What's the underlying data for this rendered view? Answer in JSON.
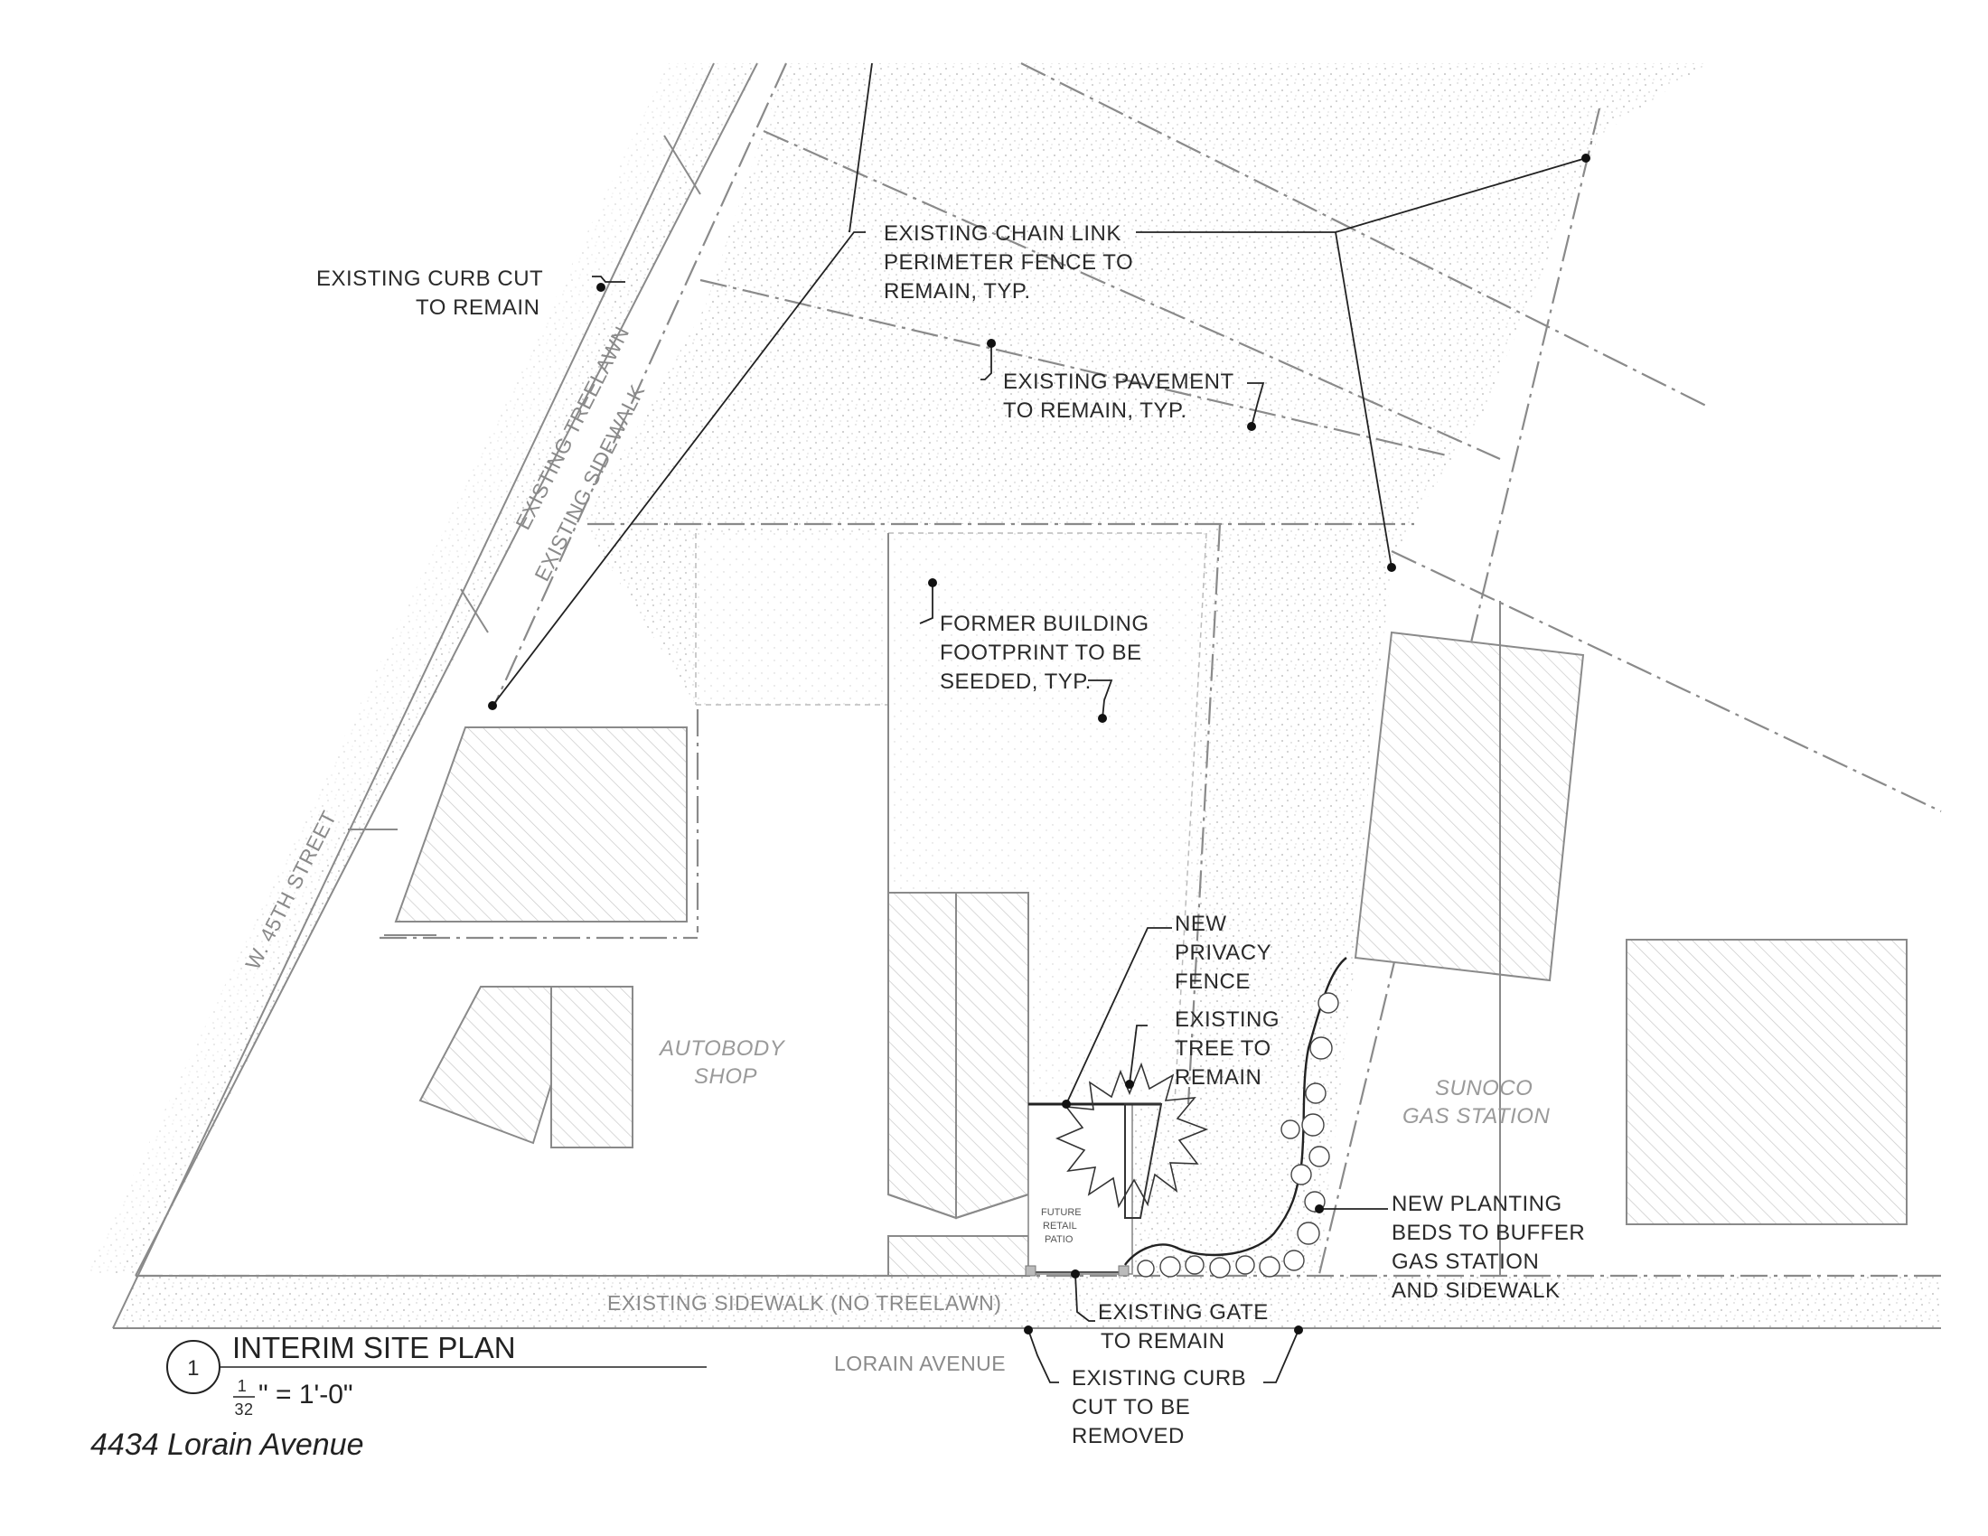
{
  "title": {
    "number": "1",
    "name": "INTERIM SITE PLAN",
    "scale_numerator": "1",
    "scale_denominator": "32",
    "scale_rest": "\" = 1'-0\"",
    "address": "4434 Lorain Avenue"
  },
  "streets": {
    "w45th": "W. 45TH STREET",
    "treelawn": "EXISTING TREELAWN",
    "sidewalk": "EXISTING SIDEWALK",
    "sidewalk_bottom": "EXISTING SIDEWALK (NO TREELAWN)",
    "lorain": "LORAIN AVENUE"
  },
  "buildings": {
    "autobody": [
      "AUTOBODY",
      "SHOP"
    ],
    "sunoco": [
      "SUNOCO",
      "GAS STATION"
    ],
    "patio": [
      "FUTURE",
      "RETAIL",
      "PATIO"
    ]
  },
  "notes": {
    "curb_cut_remain": [
      "EXISTING CURB CUT",
      "TO REMAIN"
    ],
    "chain_link": [
      "EXISTING CHAIN LINK",
      "PERIMETER FENCE TO",
      "REMAIN, TYP."
    ],
    "pavement": [
      "EXISTING PAVEMENT",
      "TO REMAIN, TYP."
    ],
    "footprint": [
      "FORMER BUILDING",
      "FOOTPRINT TO BE",
      "SEEDED, TYP."
    ],
    "privacy_fence": [
      "NEW",
      "PRIVACY",
      "FENCE"
    ],
    "tree": [
      "EXISTING",
      "TREE TO",
      "REMAIN"
    ],
    "planting": [
      "NEW PLANTING",
      "BEDS TO BUFFER",
      "GAS STATION",
      "AND SIDEWALK"
    ],
    "gate": [
      "EXISTING GATE",
      "TO REMAIN"
    ],
    "curb_cut_removed": [
      "EXISTING CURB",
      "CUT TO BE",
      "REMOVED"
    ]
  },
  "colors": {
    "linework": "#8a8a8a",
    "leader": "#222222",
    "stipple": "#b8b8b8",
    "hatch": "#c8c8c8"
  }
}
